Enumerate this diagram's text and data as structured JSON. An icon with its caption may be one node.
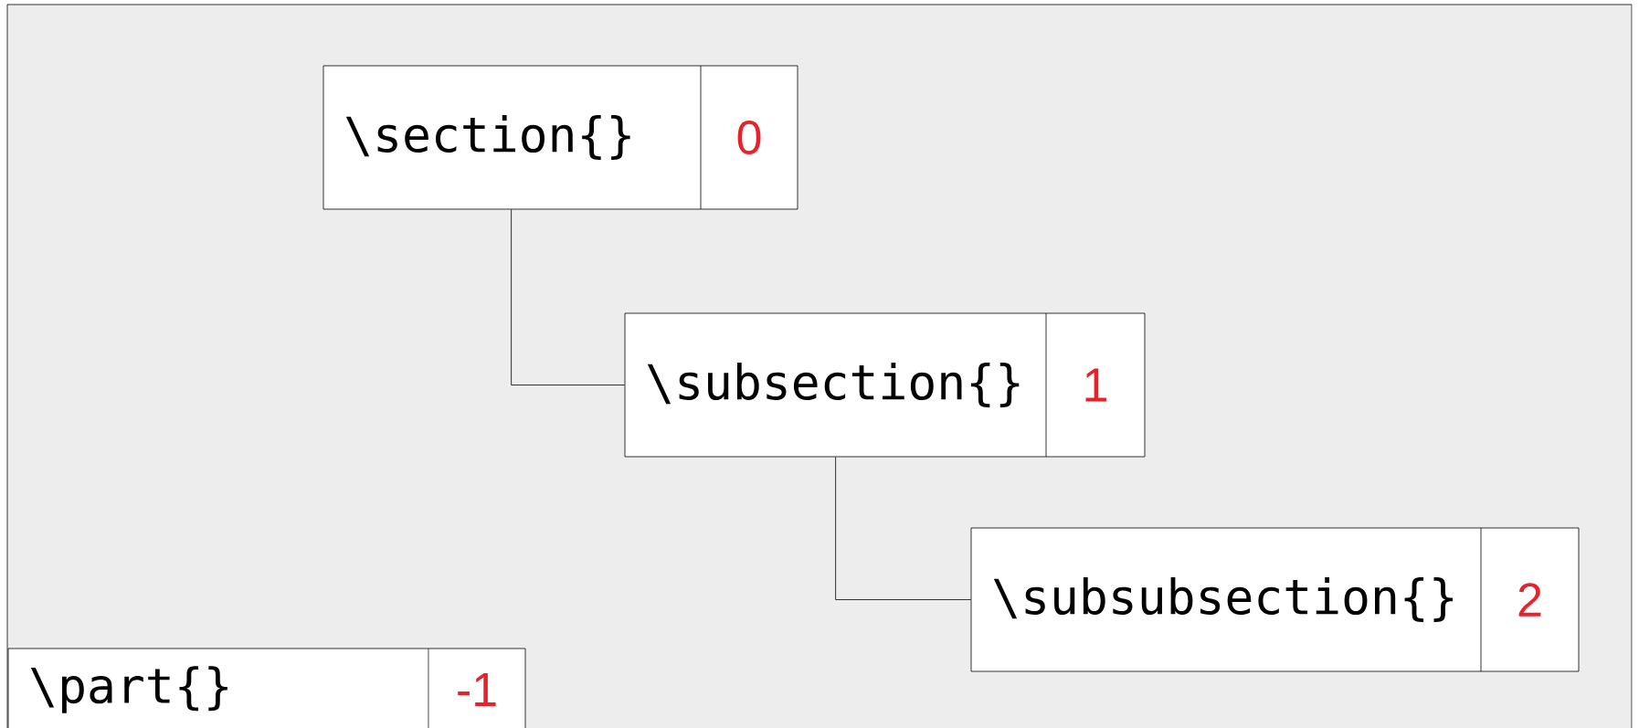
{
  "diagram": {
    "nodes": [
      {
        "text": [
          "\\section{}",
          "0"
        ]
      },
      {
        "text": [
          "\\subsection{}",
          "1"
        ]
      },
      {
        "text": [
          "\\subsubsection{}",
          "2"
        ]
      },
      {
        "text": [
          "\\part{}",
          "-1"
        ]
      }
    ],
    "edges": [
      {
        "from": 0,
        "to": 1,
        "arrow": "none"
      },
      {
        "from": 1,
        "to": 2,
        "arrow": "none"
      }
    ]
  }
}
